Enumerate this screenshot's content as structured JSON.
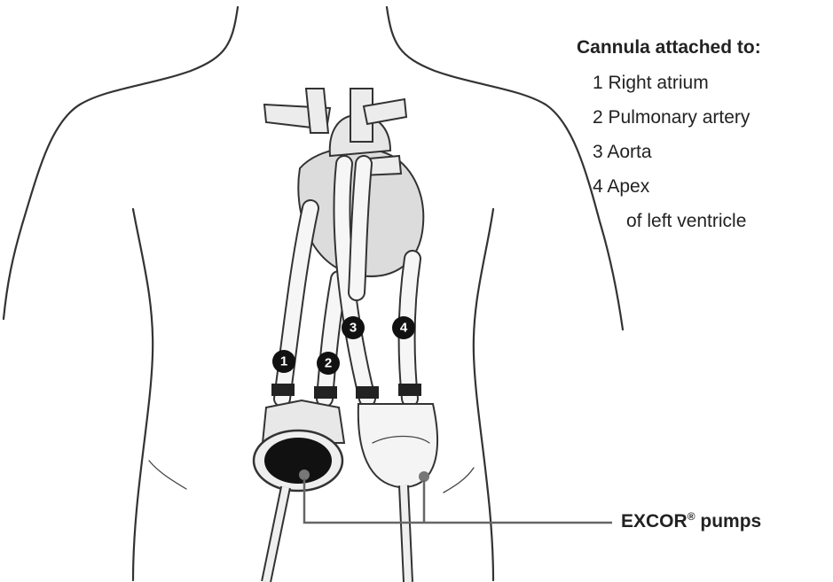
{
  "legend": {
    "title": "Cannula attached to:",
    "items": [
      "1 Right atrium",
      "2 Pulmonary artery",
      "3 Aorta",
      "4 Apex",
      "of left ventricle"
    ]
  },
  "cannula_numbers": [
    "1",
    "2",
    "3",
    "4"
  ],
  "pumps_label": "EXCOR",
  "pumps_label_mark": "®",
  "pumps_label_suffix": "pumps"
}
